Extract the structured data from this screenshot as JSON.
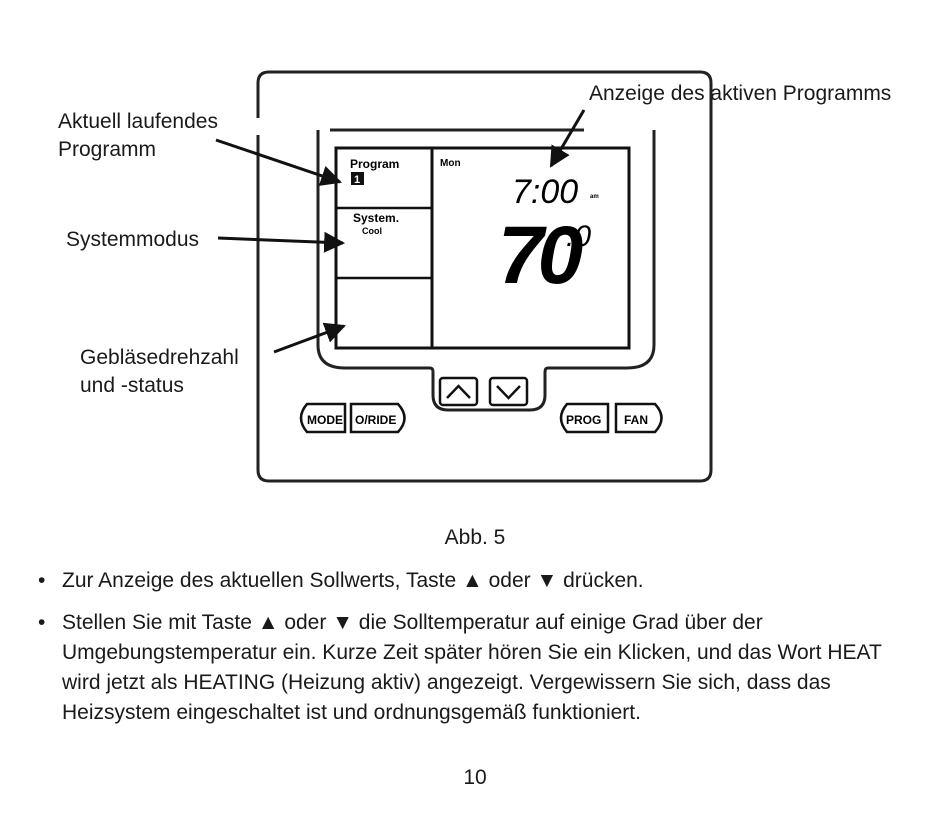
{
  "callouts": {
    "active_program": "Aktuell laufendes\nProgramm",
    "system_mode": "Systemmodus",
    "fan": "Gebläsedrehzahl\nund -status",
    "program_display": "Anzeige des aktiven Programms"
  },
  "display": {
    "program_label": "Program",
    "program_number": "1",
    "system_label": "System.",
    "system_value": "Cool",
    "day": "Mon",
    "time": "7:00",
    "time_suffix": "am",
    "temperature": "70",
    "temperature_decimal": ".0"
  },
  "buttons": {
    "mode": "MODE",
    "override": "O/RIDE",
    "prog": "PROG",
    "fan": "FAN"
  },
  "icons": {
    "up": "chevron-up-icon",
    "down": "chevron-down-icon"
  },
  "caption": "Abb. 5",
  "bullets": [
    "Zur Anzeige des aktuellen Sollwerts, Taste ▲ oder ▼ drücken.",
    "Stellen Sie mit Taste ▲ oder ▼ die Solltemperatur auf einige Grad über der Umgebungstemperatur ein. Kurze Zeit später hören Sie ein Klicken, und das Wort HEAT wird jetzt als HEATING (Heizung aktiv) angezeigt. Vergewissern Sie sich, dass das Heizsystem eingeschaltet ist und ordnungsgemäß funktioniert."
  ],
  "page_number": "10"
}
